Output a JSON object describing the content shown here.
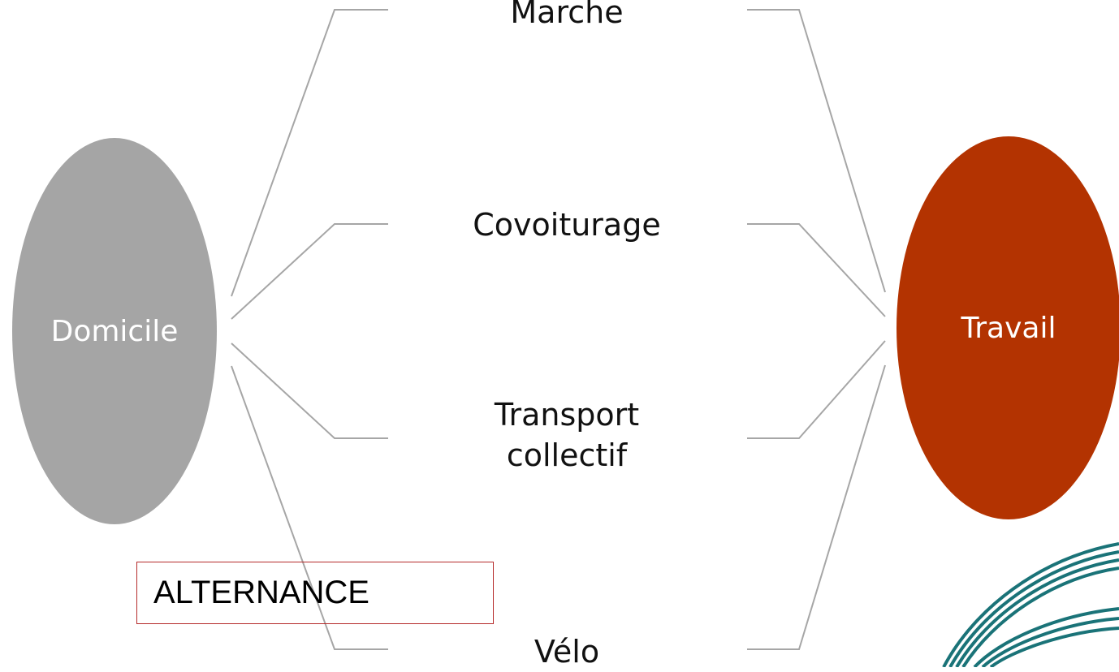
{
  "nodes": {
    "origin": {
      "label": "Domicile",
      "color": "#a5a5a5"
    },
    "destination": {
      "label": "Travail",
      "color": "#b33301"
    }
  },
  "modes": [
    {
      "label": "Marche"
    },
    {
      "label": "Covoiturage"
    },
    {
      "label": "Transport\ncollectif"
    },
    {
      "label": "Vélo"
    }
  ],
  "note": {
    "label": "ALTERNANCE",
    "border_color": "#b52a2a"
  },
  "connector_color": "#a6a6a6",
  "decoration": {
    "icon": "teal-swirl-logo-icon",
    "color": "#1a7378"
  }
}
